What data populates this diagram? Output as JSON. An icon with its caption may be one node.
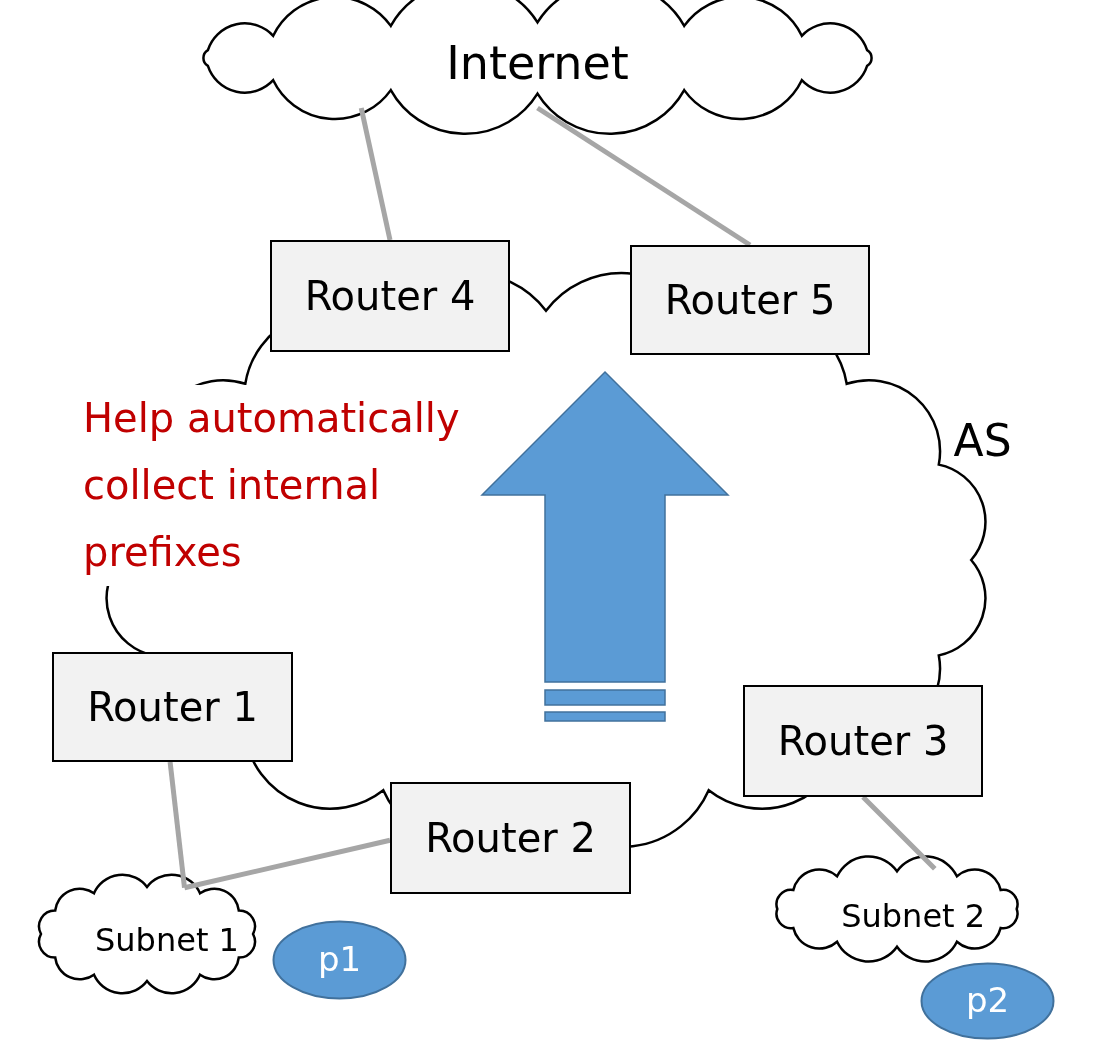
{
  "diagram": {
    "nodes": [
      {
        "text": [
          "Internet"
        ]
      },
      {
        "text": [
          "AS"
        ]
      },
      {
        "text": [
          "Router 4"
        ]
      },
      {
        "text": [
          "Router 5"
        ]
      },
      {
        "text": [
          "Router 1"
        ]
      },
      {
        "text": [
          "Router 2"
        ]
      },
      {
        "text": [
          "Router 3"
        ]
      },
      {
        "text": [
          "Subnet 1"
        ]
      },
      {
        "text": [
          "p1"
        ]
      },
      {
        "text": [
          "Subnet 2"
        ]
      },
      {
        "text": [
          "p2"
        ]
      }
    ],
    "edges": [
      {
        "from": 0,
        "to": 2,
        "arrow": "none"
      },
      {
        "from": 0,
        "to": 3,
        "arrow": "none"
      },
      {
        "from": 4,
        "to": 7,
        "arrow": "none"
      },
      {
        "from": 5,
        "to": 7,
        "arrow": "none"
      },
      {
        "from": 6,
        "to": 9,
        "arrow": "none"
      }
    ],
    "labels": [
      "Help automatically collect internal prefixes"
    ]
  }
}
